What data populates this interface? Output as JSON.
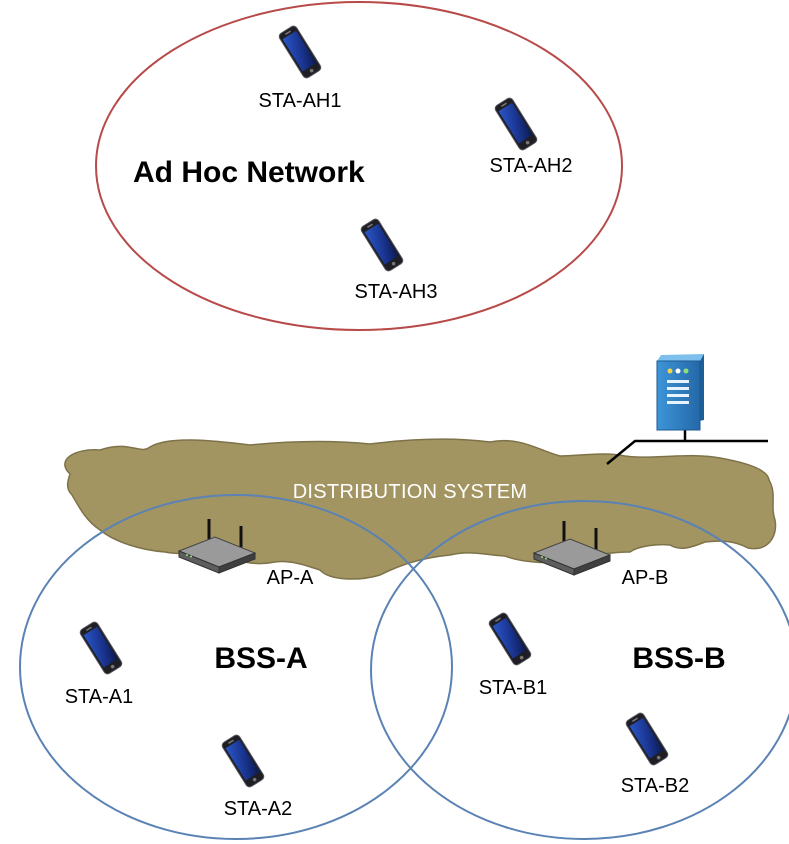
{
  "adhoc": {
    "title": "Ad Hoc Network",
    "stations": [
      "STA-AH1",
      "STA-AH2",
      "STA-AH3"
    ]
  },
  "distribution": {
    "label": "DISTRIBUTION SYSTEM"
  },
  "bss_a": {
    "title": "BSS-A",
    "ap": "AP-A",
    "stations": [
      "STA-A1",
      "STA-A2"
    ]
  },
  "bss_b": {
    "title": "BSS-B",
    "ap": "AP-B",
    "stations": [
      "STA-B1",
      "STA-B2"
    ]
  },
  "colors": {
    "adhoc_ring": "#b84a4a",
    "bss_ring": "#5a82b4",
    "ds_fill": "#a39562",
    "ds_stroke": "#7e7249",
    "wire": "#000000",
    "server": "#2f7fc0"
  },
  "icons": {
    "station": "smartphone-icon",
    "access_point": "wireless-router-icon",
    "server": "server-icon"
  }
}
